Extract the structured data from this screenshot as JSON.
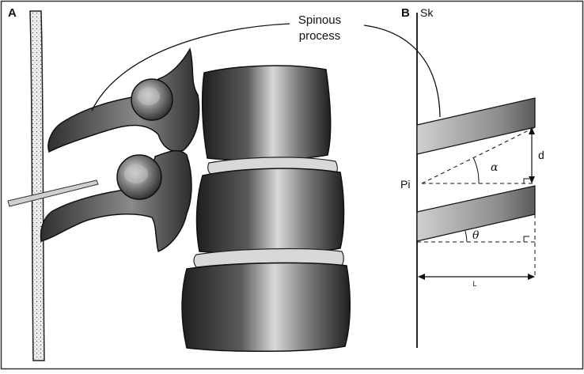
{
  "figure": {
    "panel_a_label": "A",
    "panel_b_label": "B",
    "callout_line1": "Spinous",
    "callout_line2": "process",
    "skin_label": "Sk",
    "pi_label": "Pi",
    "d_label": "d",
    "alpha_label": "α",
    "theta_label": "θ",
    "l_label": "L"
  },
  "colors": {
    "border": "#333333",
    "bone_dark": "#2a2a2a",
    "bone_light": "#cfcfcf",
    "disc": "#d8d8d8",
    "skin": "#e6e6e6"
  }
}
